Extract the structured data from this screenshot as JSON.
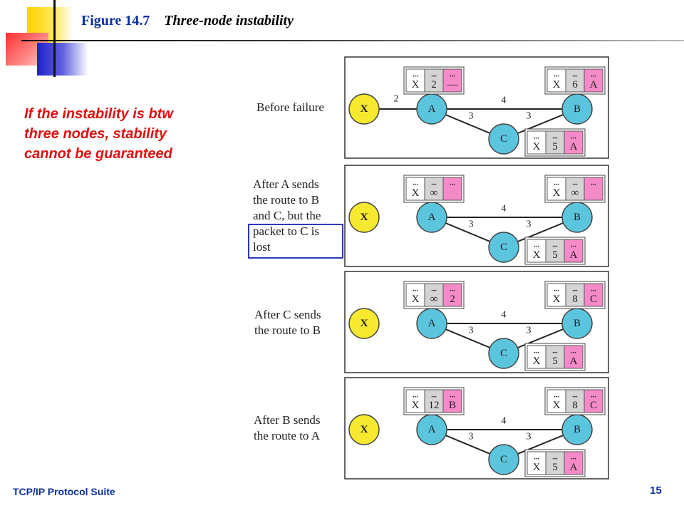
{
  "slide": {
    "figure_number": "Figure 14.7",
    "figure_title": "Three-node instability",
    "side_note_lines": [
      "If the instability is btw",
      "three nodes, stability",
      "cannot be guaranteed"
    ],
    "footer_left": "TCP/IP Protocol Suite",
    "page_number": "15",
    "colors": {
      "accent_blue": "#0a2f9e",
      "note_red": "#e01010",
      "node_fill": "#5bc5de",
      "x_node_fill": "#f7e830",
      "cell_gray": "#d4d4d4",
      "cell_pink": "#f58ac8"
    }
  },
  "panels": [
    {
      "caption_lines": [
        "Before failure"
      ],
      "highlighted": false,
      "nodes": {
        "x": "X",
        "a": "A",
        "b": "B",
        "c": "C"
      },
      "link_costs": {
        "x_a": "2",
        "a_b": "4",
        "a_c": "3",
        "c_b": "3"
      },
      "table_a": {
        "dots": "...",
        "dest": "X",
        "cost": "2",
        "next": "—"
      },
      "table_b": {
        "dots": "...",
        "dest": "X",
        "cost": "6",
        "next": "A"
      },
      "table_c": {
        "dots": "...",
        "dest": "X",
        "cost": "5",
        "next": "A"
      }
    },
    {
      "caption_lines": [
        "After A sends",
        "the route to B",
        "and C, but the",
        "packet to C is",
        "lost"
      ],
      "highlighted": true,
      "nodes": {
        "x": "X",
        "a": "A",
        "b": "B",
        "c": "C"
      },
      "link_costs": {
        "x_a": "",
        "a_b": "4",
        "a_c": "3",
        "c_b": "3"
      },
      "table_a": {
        "dots": "...",
        "dest": "X",
        "cost": "∞",
        "next": ""
      },
      "table_b": {
        "dots": "...",
        "dest": "X",
        "cost": "∞",
        "next": ""
      },
      "table_c": {
        "dots": "...",
        "dest": "X",
        "cost": "5",
        "next": "A"
      }
    },
    {
      "caption_lines": [
        "After C sends",
        "the route to B"
      ],
      "highlighted": false,
      "nodes": {
        "x": "X",
        "a": "A",
        "b": "B",
        "c": "C"
      },
      "link_costs": {
        "x_a": "",
        "a_b": "4",
        "a_c": "3",
        "c_b": "3"
      },
      "table_a": {
        "dots": "...",
        "dest": "X",
        "cost": "∞",
        "next": "2"
      },
      "table_b": {
        "dots": "...",
        "dest": "X",
        "cost": "8",
        "next": "C"
      },
      "table_c": {
        "dots": "...",
        "dest": "X",
        "cost": "5",
        "next": "A"
      }
    },
    {
      "caption_lines": [
        "After B sends",
        "the route to A"
      ],
      "highlighted": false,
      "nodes": {
        "x": "X",
        "a": "A",
        "b": "B",
        "c": "C"
      },
      "link_costs": {
        "x_a": "",
        "a_b": "4",
        "a_c": "3",
        "c_b": "3"
      },
      "table_a": {
        "dots": "...",
        "dest": "X",
        "cost": "12",
        "next": "B"
      },
      "table_b": {
        "dots": "...",
        "dest": "X",
        "cost": "8",
        "next": "C"
      },
      "table_c": {
        "dots": "...",
        "dest": "X",
        "cost": "5",
        "next": "A"
      }
    }
  ]
}
